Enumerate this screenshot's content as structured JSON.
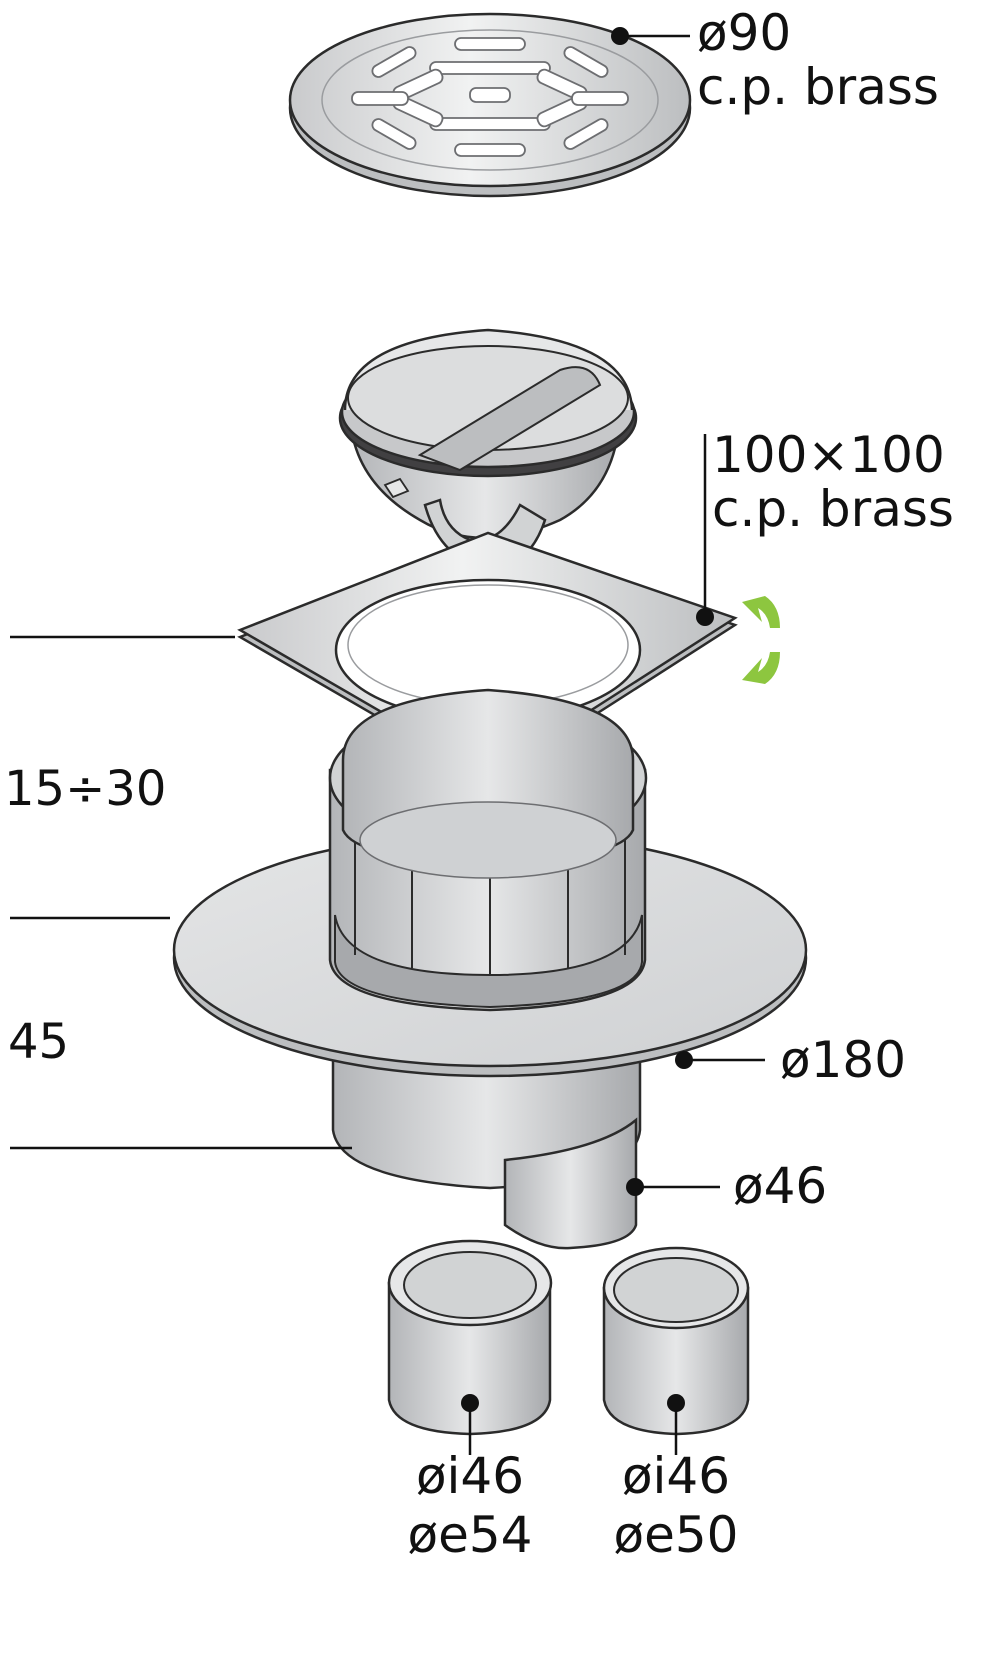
{
  "labels": {
    "grate_diameter": "ø90",
    "grate_material": "c.p. brass",
    "frame_size": "100×100",
    "frame_material": "c.p. brass",
    "height_adjust": "15÷30",
    "body_height": "45",
    "flange_diameter": "ø180",
    "outlet_diameter": "ø46",
    "adapter_a_inner": "øi46",
    "adapter_a_outer": "øe54",
    "adapter_b_inner": "øi46",
    "adapter_b_outer": "øe50"
  },
  "colors": {
    "metal_light": "#e6e7e8",
    "metal_mid": "#cfd0d2",
    "plastic_dark": "#a7a9ac",
    "gasket": "#58595b",
    "rotate_arrow": "#8dc63f"
  },
  "icons": {
    "rotate": "rotate-arrows-icon"
  }
}
